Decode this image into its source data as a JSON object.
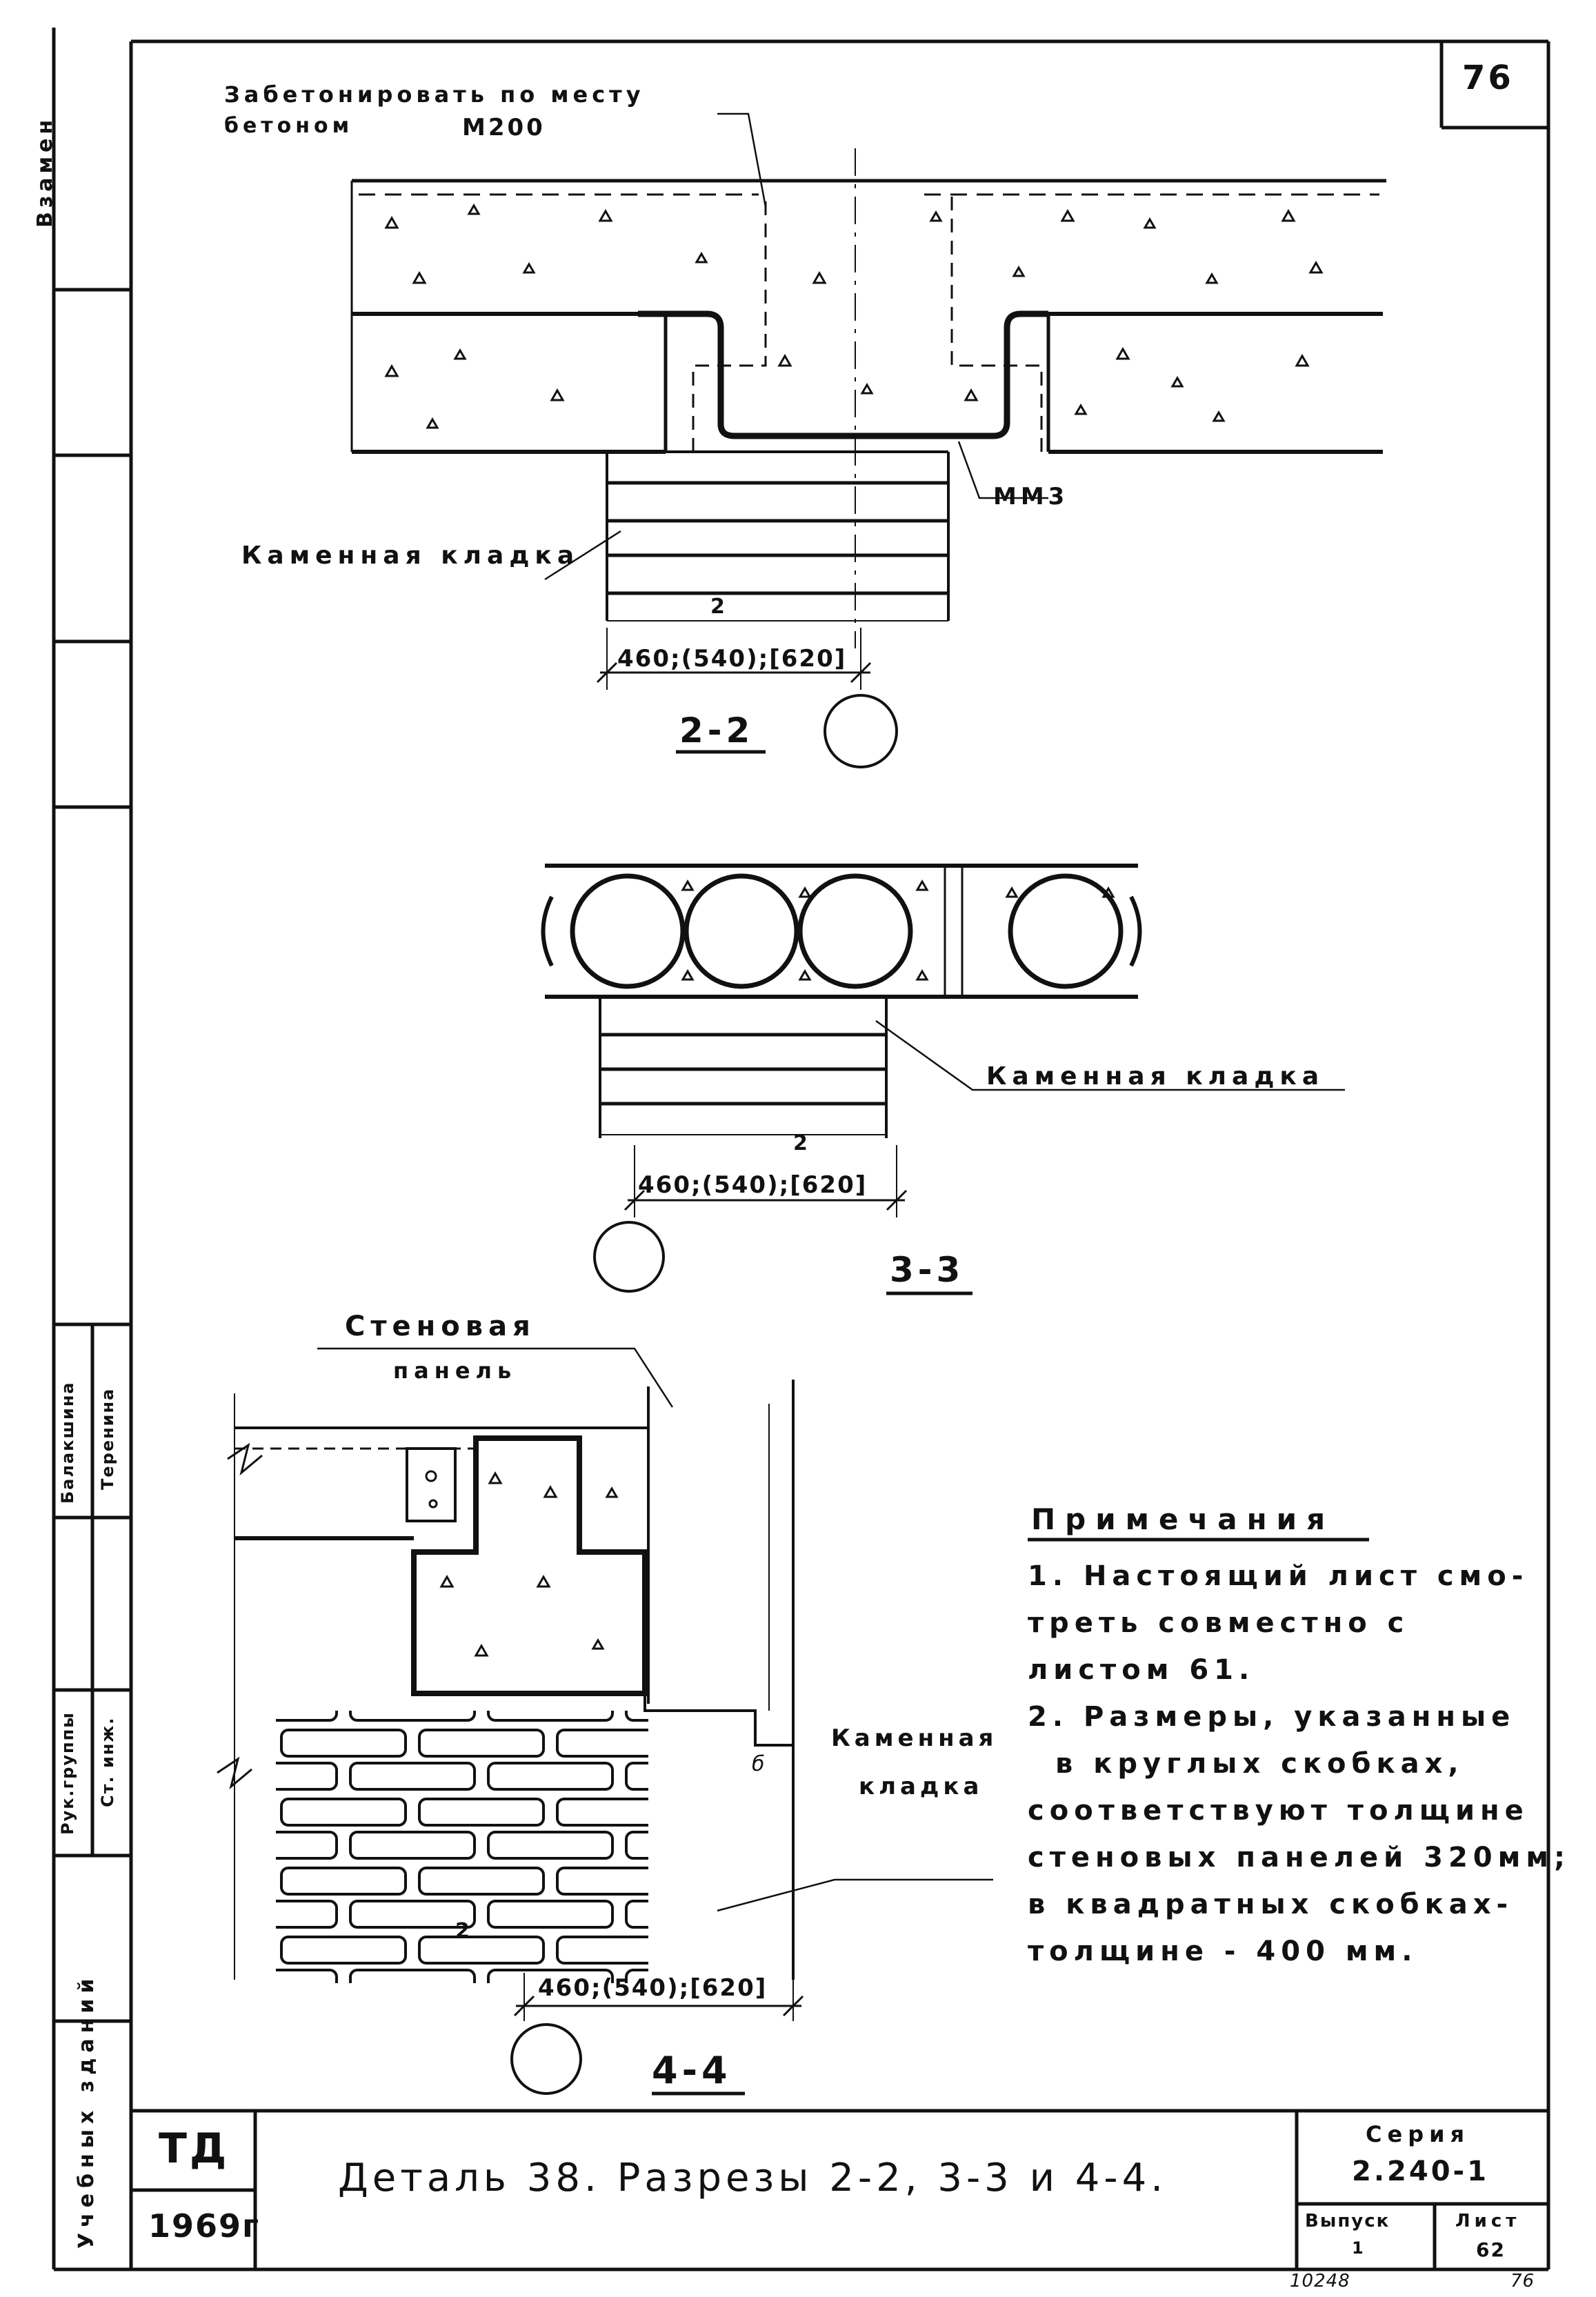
{
  "page_number": "76",
  "section_2_2": {
    "note_line1": "Забетонировать по месту",
    "note_line2": "бетоном",
    "concrete_grade": "М200",
    "embedded_part": "ММ3",
    "masonry_label": "Каменная кладка",
    "dimension": "460;(540);[620]",
    "marker": "2",
    "title": "2-2"
  },
  "section_3_3": {
    "masonry_label": "Каменная кладка",
    "dimension": "460;(540);[620]",
    "marker": "2",
    "title": "3-3"
  },
  "section_4_4": {
    "panel_label_line1": "Стеновая",
    "panel_label_line2": "панель",
    "masonry_label_line1": "Каменная",
    "masonry_label_line2": "кладка",
    "dimension": "460;(540);[620]",
    "brick_mark": "б",
    "marker": "2",
    "title": "4-4"
  },
  "notes": {
    "heading": "Примечания",
    "lines": [
      "1. Настоящий лист смо-",
      "треть совместно с",
      "листом 61.",
      "2. Размеры, указанные",
      "в круглых скобках,",
      "соответствуют толщине",
      "стеновых панелей 320мм;",
      "в квадратных скобках-",
      "толщине - 400 мм."
    ]
  },
  "side_stamp": {
    "top": "Взамен",
    "name1": "Балакшина",
    "name2": "Теренина",
    "role1": "Рук.группы",
    "role2": "Ст. инж.",
    "bottom": "Учебных зданий"
  },
  "title_block": {
    "org": "ТД",
    "year": "1969г",
    "title": "Деталь 38. Разрезы 2-2, 3-3 и 4-4.",
    "series_label": "Серия",
    "series": "2.240-1",
    "issue_label": "Выпуск",
    "issue": "1",
    "sheet_label": "Лист",
    "sheet": "62"
  },
  "footer": {
    "code": "10248",
    "page": "76"
  }
}
